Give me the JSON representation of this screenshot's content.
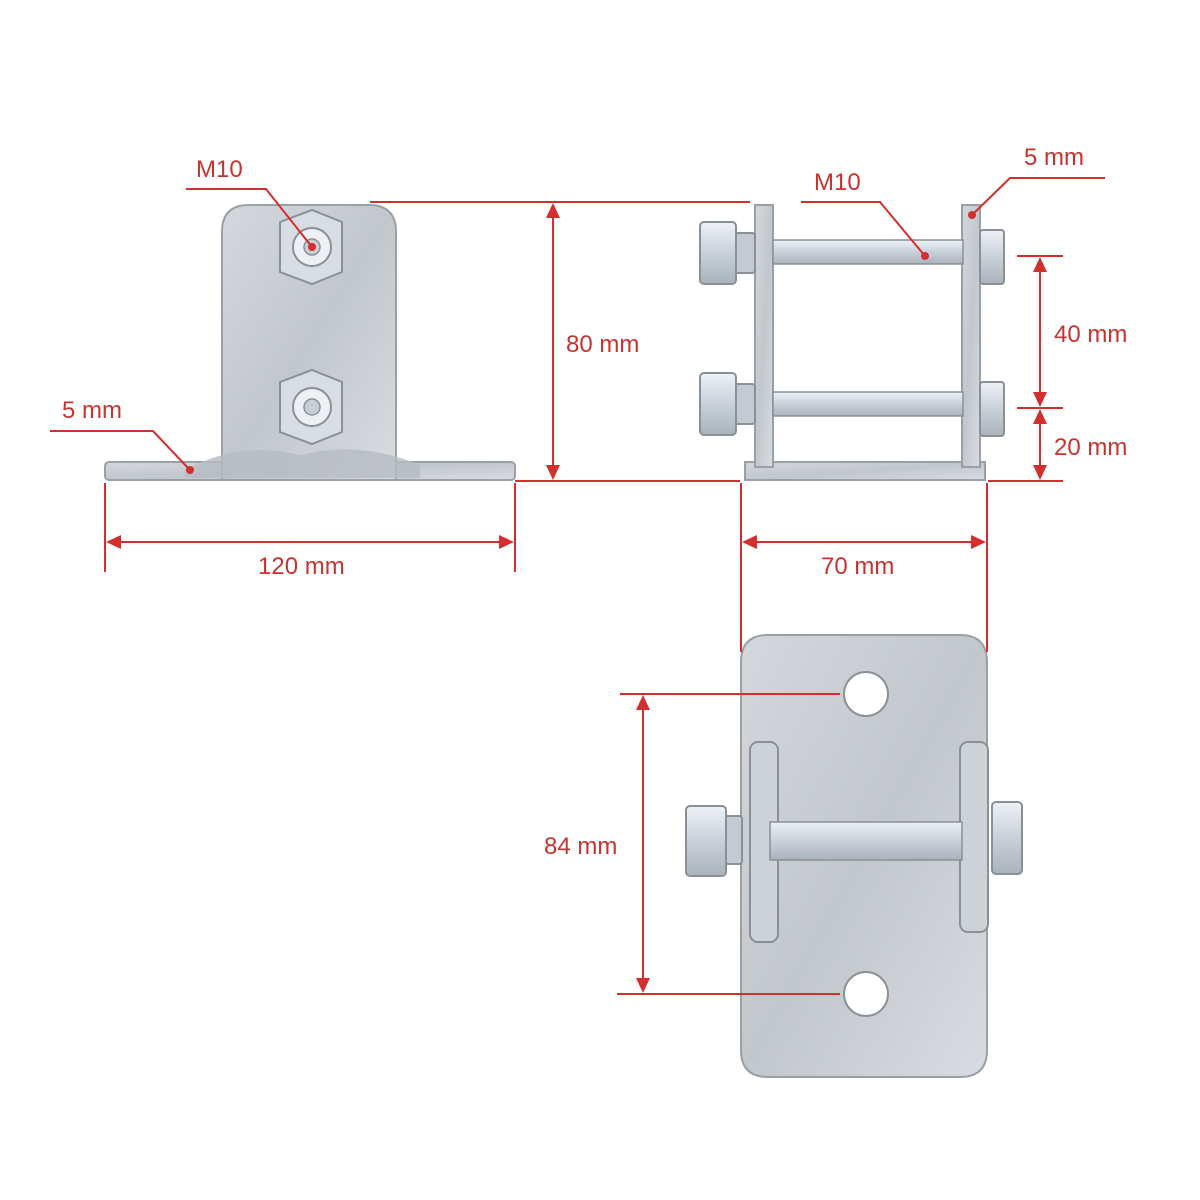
{
  "colors": {
    "dimension": "#d32f2f",
    "label": "#c8332f",
    "steel": "#c9ced3",
    "steel_dark": "#8a9096",
    "bolt": "#dde2e8"
  },
  "labels": {
    "front_bolt": "M10",
    "front_thickness": "5 mm",
    "front_height": "80 mm",
    "front_width": "120 mm",
    "side_bolt": "M10",
    "side_thickness": "5 mm",
    "side_bolt_spacing": "40 mm",
    "side_bolt_offset": "20 mm",
    "side_width": "70 mm",
    "top_hole_spacing": "84 mm"
  }
}
